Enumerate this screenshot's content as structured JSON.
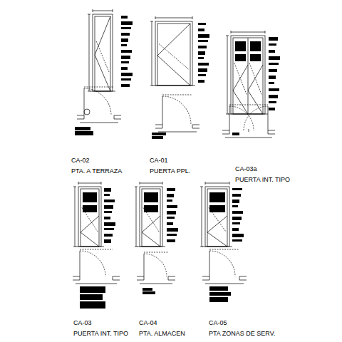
{
  "diagram": {
    "labels": [
      "CA-02",
      "PTA. A TERRAZA",
      "CA-01",
      "PUERTA PPL.",
      "CA-03a",
      "PUERTA INT. TIPO",
      "CA-03",
      "PUERTA INT. TIPO",
      "CA-04",
      "PTA. ALMACEN",
      "CA-05",
      "PTA ZONAS DE SERV."
    ]
  }
}
